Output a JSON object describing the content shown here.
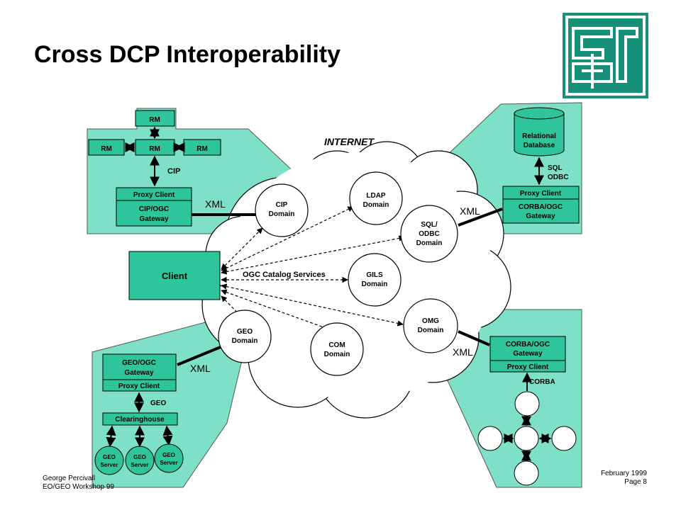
{
  "title": "Cross DCP Interoperability",
  "internet_label": "INTERNET",
  "client_label": "Client",
  "catalog_label": "OGC Catalog Services",
  "domains": {
    "cip": [
      "CIP",
      "Domain"
    ],
    "ldap": [
      "LDAP",
      "Domain"
    ],
    "sql": [
      "SQL/",
      "ODBC",
      "Domain"
    ],
    "gils": [
      "GILS",
      "Domain"
    ],
    "omg": [
      "OMG",
      "Domain"
    ],
    "geo": [
      "GEO",
      "Domain"
    ],
    "com": [
      "COM",
      "Domain"
    ]
  },
  "cip_panel": {
    "rm": "RM",
    "cip_label": "CIP",
    "proxy": "Proxy Client",
    "gateway": [
      "CIP/OGC",
      "Gateway"
    ],
    "xml": "XML"
  },
  "sql_panel": {
    "database": [
      "Relational",
      "Database"
    ],
    "link": [
      "SQL",
      "ODBC"
    ],
    "proxy": "Proxy Client",
    "gateway": [
      "CORBA/OGC",
      "Gateway"
    ],
    "xml": "XML"
  },
  "geo_panel": {
    "gateway": [
      "GEO/OGC",
      "Gateway"
    ],
    "proxy": "Proxy Client",
    "link": "GEO",
    "clearinghouse": "Clearinghouse",
    "server": [
      "GEO",
      "Server"
    ],
    "xml": "XML"
  },
  "omg_panel": {
    "gateway": [
      "CORBA/OGC",
      "Gateway"
    ],
    "proxy": "Proxy Client",
    "link": "CORBA",
    "xml": "XML"
  },
  "footer": {
    "author": "George Percivall",
    "event": "EO/GEO Workshop 99",
    "date": "February 1999",
    "page": "Page  8"
  },
  "colors": {
    "panel": "#7fe0c8",
    "box": "#2fc59a",
    "logo": "#17907a"
  }
}
